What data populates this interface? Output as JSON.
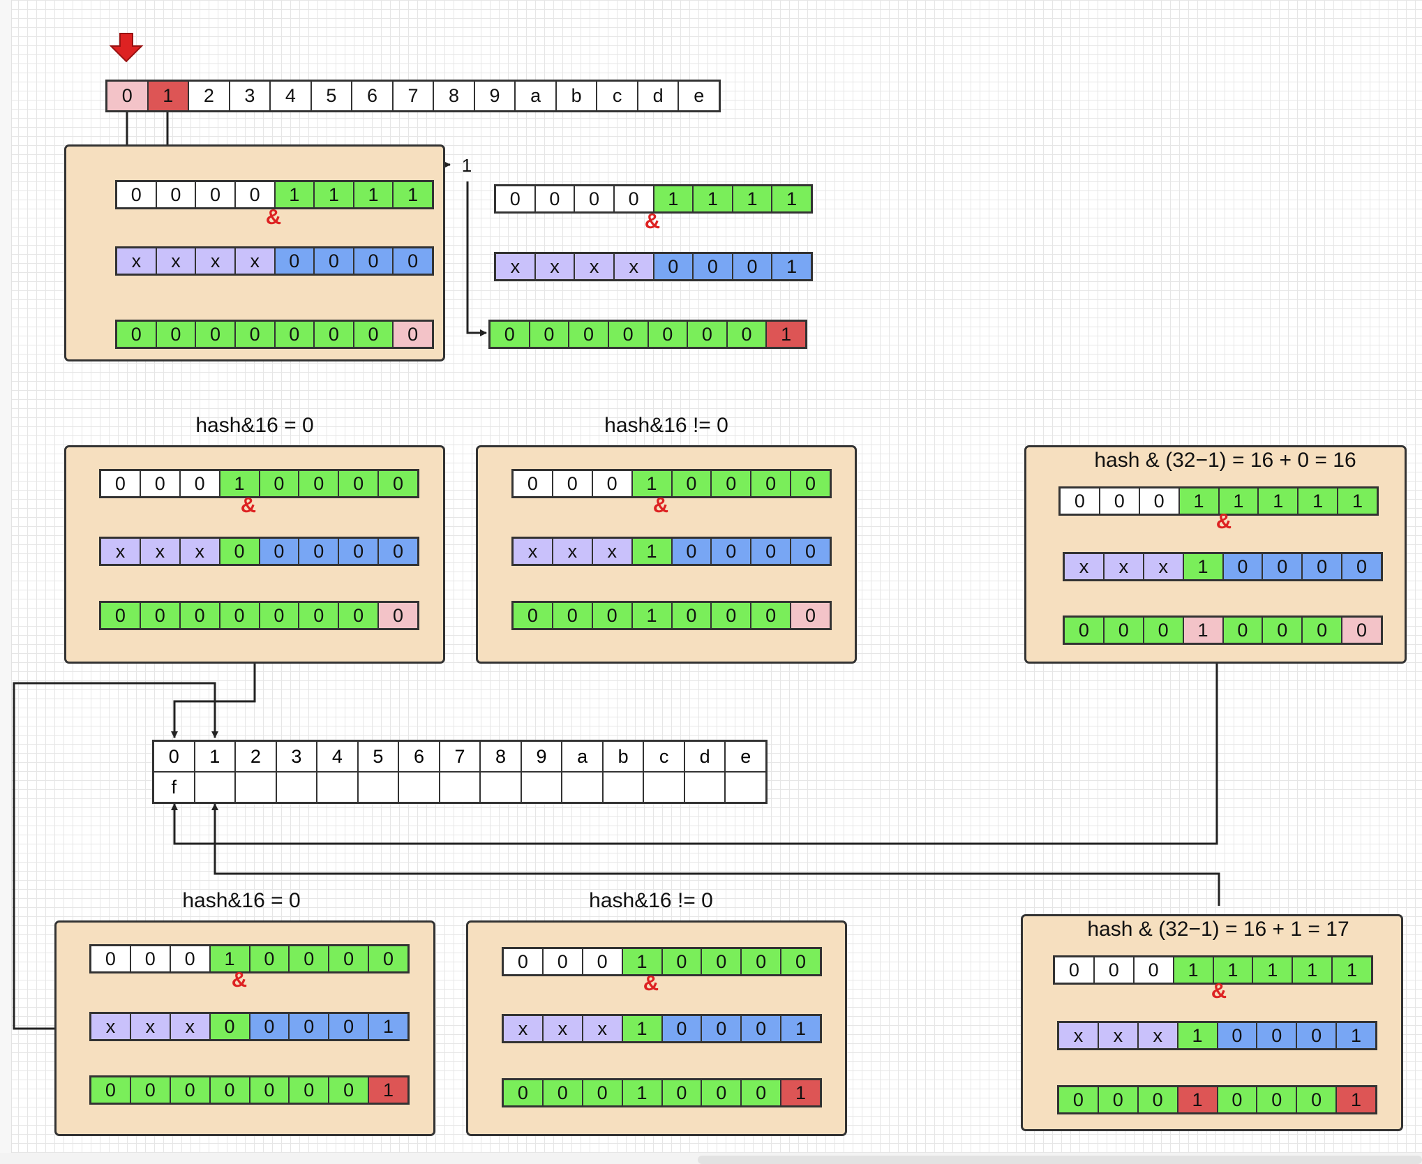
{
  "colors": {
    "white": "#ffffff",
    "green": "#7aee5a",
    "purple": "#c9c1fb",
    "blue": "#78a6f4",
    "red": "#dd5555",
    "pink": "#f3c3c8",
    "panel": "#f6dfbf",
    "amp": "#dd2222",
    "arrow_marker": "#dd2222"
  },
  "top_table": {
    "cells": [
      {
        "t": "0",
        "c": "k"
      },
      {
        "t": "1",
        "c": "r"
      },
      {
        "t": "2",
        "c": "w"
      },
      {
        "t": "3",
        "c": "w"
      },
      {
        "t": "4",
        "c": "w"
      },
      {
        "t": "5",
        "c": "w"
      },
      {
        "t": "6",
        "c": "w"
      },
      {
        "t": "7",
        "c": "w"
      },
      {
        "t": "8",
        "c": "w"
      },
      {
        "t": "9",
        "c": "w"
      },
      {
        "t": "a",
        "c": "w"
      },
      {
        "t": "b",
        "c": "w"
      },
      {
        "t": "c",
        "c": "w"
      },
      {
        "t": "d",
        "c": "w"
      },
      {
        "t": "e",
        "c": "w"
      }
    ]
  },
  "marker_icon": "down-arrow-icon",
  "loose_label": "1",
  "blocks": [
    {
      "id": "old-index-0",
      "title": "",
      "rows": [
        [
          {
            "t": "0",
            "c": "w"
          },
          {
            "t": "0",
            "c": "w"
          },
          {
            "t": "0",
            "c": "w"
          },
          {
            "t": "0",
            "c": "w"
          },
          {
            "t": "1",
            "c": "g"
          },
          {
            "t": "1",
            "c": "g"
          },
          {
            "t": "1",
            "c": "g"
          },
          {
            "t": "1",
            "c": "g"
          }
        ],
        [
          {
            "t": "x",
            "c": "p"
          },
          {
            "t": "x",
            "c": "p"
          },
          {
            "t": "x",
            "c": "p"
          },
          {
            "t": "x",
            "c": "p"
          },
          {
            "t": "0",
            "c": "b"
          },
          {
            "t": "0",
            "c": "b"
          },
          {
            "t": "0",
            "c": "b"
          },
          {
            "t": "0",
            "c": "b"
          }
        ],
        [
          {
            "t": "0",
            "c": "g"
          },
          {
            "t": "0",
            "c": "g"
          },
          {
            "t": "0",
            "c": "g"
          },
          {
            "t": "0",
            "c": "g"
          },
          {
            "t": "0",
            "c": "g"
          },
          {
            "t": "0",
            "c": "g"
          },
          {
            "t": "0",
            "c": "g"
          },
          {
            "t": "0",
            "c": "k"
          }
        ]
      ],
      "amp": "&"
    },
    {
      "id": "old-index-1",
      "title": "",
      "rows": [
        [
          {
            "t": "0",
            "c": "w"
          },
          {
            "t": "0",
            "c": "w"
          },
          {
            "t": "0",
            "c": "w"
          },
          {
            "t": "0",
            "c": "w"
          },
          {
            "t": "1",
            "c": "g"
          },
          {
            "t": "1",
            "c": "g"
          },
          {
            "t": "1",
            "c": "g"
          },
          {
            "t": "1",
            "c": "g"
          }
        ],
        [
          {
            "t": "x",
            "c": "p"
          },
          {
            "t": "x",
            "c": "p"
          },
          {
            "t": "x",
            "c": "p"
          },
          {
            "t": "x",
            "c": "p"
          },
          {
            "t": "0",
            "c": "b"
          },
          {
            "t": "0",
            "c": "b"
          },
          {
            "t": "0",
            "c": "b"
          },
          {
            "t": "1",
            "c": "b"
          }
        ],
        [
          {
            "t": "0",
            "c": "g"
          },
          {
            "t": "0",
            "c": "g"
          },
          {
            "t": "0",
            "c": "g"
          },
          {
            "t": "0",
            "c": "g"
          },
          {
            "t": "0",
            "c": "g"
          },
          {
            "t": "0",
            "c": "g"
          },
          {
            "t": "0",
            "c": "g"
          },
          {
            "t": "1",
            "c": "r"
          }
        ]
      ],
      "amp": "&"
    },
    {
      "id": "split-a-eq",
      "title": "hash&16 = 0",
      "rows": [
        [
          {
            "t": "0",
            "c": "w"
          },
          {
            "t": "0",
            "c": "w"
          },
          {
            "t": "0",
            "c": "w"
          },
          {
            "t": "1",
            "c": "g"
          },
          {
            "t": "0",
            "c": "g"
          },
          {
            "t": "0",
            "c": "g"
          },
          {
            "t": "0",
            "c": "g"
          },
          {
            "t": "0",
            "c": "g"
          }
        ],
        [
          {
            "t": "x",
            "c": "p"
          },
          {
            "t": "x",
            "c": "p"
          },
          {
            "t": "x",
            "c": "p"
          },
          {
            "t": "0",
            "c": "g"
          },
          {
            "t": "0",
            "c": "b"
          },
          {
            "t": "0",
            "c": "b"
          },
          {
            "t": "0",
            "c": "b"
          },
          {
            "t": "0",
            "c": "b"
          }
        ],
        [
          {
            "t": "0",
            "c": "g"
          },
          {
            "t": "0",
            "c": "g"
          },
          {
            "t": "0",
            "c": "g"
          },
          {
            "t": "0",
            "c": "g"
          },
          {
            "t": "0",
            "c": "g"
          },
          {
            "t": "0",
            "c": "g"
          },
          {
            "t": "0",
            "c": "g"
          },
          {
            "t": "0",
            "c": "k"
          }
        ]
      ],
      "amp": "&"
    },
    {
      "id": "split-a-ne",
      "title": "hash&16 != 0",
      "rows": [
        [
          {
            "t": "0",
            "c": "w"
          },
          {
            "t": "0",
            "c": "w"
          },
          {
            "t": "0",
            "c": "w"
          },
          {
            "t": "1",
            "c": "g"
          },
          {
            "t": "0",
            "c": "g"
          },
          {
            "t": "0",
            "c": "g"
          },
          {
            "t": "0",
            "c": "g"
          },
          {
            "t": "0",
            "c": "g"
          }
        ],
        [
          {
            "t": "x",
            "c": "p"
          },
          {
            "t": "x",
            "c": "p"
          },
          {
            "t": "x",
            "c": "p"
          },
          {
            "t": "1",
            "c": "g"
          },
          {
            "t": "0",
            "c": "b"
          },
          {
            "t": "0",
            "c": "b"
          },
          {
            "t": "0",
            "c": "b"
          },
          {
            "t": "0",
            "c": "b"
          }
        ],
        [
          {
            "t": "0",
            "c": "g"
          },
          {
            "t": "0",
            "c": "g"
          },
          {
            "t": "0",
            "c": "g"
          },
          {
            "t": "1",
            "c": "g"
          },
          {
            "t": "0",
            "c": "g"
          },
          {
            "t": "0",
            "c": "g"
          },
          {
            "t": "0",
            "c": "g"
          },
          {
            "t": "0",
            "c": "k"
          }
        ]
      ],
      "amp": "&"
    },
    {
      "id": "mask-32-a",
      "title": "hash & (32−1) = 16 + 0  = 16",
      "rows": [
        [
          {
            "t": "0",
            "c": "w"
          },
          {
            "t": "0",
            "c": "w"
          },
          {
            "t": "0",
            "c": "w"
          },
          {
            "t": "1",
            "c": "g"
          },
          {
            "t": "1",
            "c": "g"
          },
          {
            "t": "1",
            "c": "g"
          },
          {
            "t": "1",
            "c": "g"
          },
          {
            "t": "1",
            "c": "g"
          }
        ],
        [
          {
            "t": "x",
            "c": "p"
          },
          {
            "t": "x",
            "c": "p"
          },
          {
            "t": "x",
            "c": "p"
          },
          {
            "t": "1",
            "c": "g"
          },
          {
            "t": "0",
            "c": "b"
          },
          {
            "t": "0",
            "c": "b"
          },
          {
            "t": "0",
            "c": "b"
          },
          {
            "t": "0",
            "c": "b"
          }
        ],
        [
          {
            "t": "0",
            "c": "g"
          },
          {
            "t": "0",
            "c": "g"
          },
          {
            "t": "0",
            "c": "g"
          },
          {
            "t": "1",
            "c": "k"
          },
          {
            "t": "0",
            "c": "g"
          },
          {
            "t": "0",
            "c": "g"
          },
          {
            "t": "0",
            "c": "g"
          },
          {
            "t": "0",
            "c": "k"
          }
        ]
      ],
      "amp": "&"
    },
    {
      "id": "split-b-eq",
      "title": "hash&16 = 0",
      "rows": [
        [
          {
            "t": "0",
            "c": "w"
          },
          {
            "t": "0",
            "c": "w"
          },
          {
            "t": "0",
            "c": "w"
          },
          {
            "t": "1",
            "c": "g"
          },
          {
            "t": "0",
            "c": "g"
          },
          {
            "t": "0",
            "c": "g"
          },
          {
            "t": "0",
            "c": "g"
          },
          {
            "t": "0",
            "c": "g"
          }
        ],
        [
          {
            "t": "x",
            "c": "p"
          },
          {
            "t": "x",
            "c": "p"
          },
          {
            "t": "x",
            "c": "p"
          },
          {
            "t": "0",
            "c": "g"
          },
          {
            "t": "0",
            "c": "b"
          },
          {
            "t": "0",
            "c": "b"
          },
          {
            "t": "0",
            "c": "b"
          },
          {
            "t": "1",
            "c": "b"
          }
        ],
        [
          {
            "t": "0",
            "c": "g"
          },
          {
            "t": "0",
            "c": "g"
          },
          {
            "t": "0",
            "c": "g"
          },
          {
            "t": "0",
            "c": "g"
          },
          {
            "t": "0",
            "c": "g"
          },
          {
            "t": "0",
            "c": "g"
          },
          {
            "t": "0",
            "c": "g"
          },
          {
            "t": "1",
            "c": "r"
          }
        ]
      ],
      "amp": "&"
    },
    {
      "id": "split-b-ne",
      "title": "hash&16 != 0",
      "rows": [
        [
          {
            "t": "0",
            "c": "w"
          },
          {
            "t": "0",
            "c": "w"
          },
          {
            "t": "0",
            "c": "w"
          },
          {
            "t": "1",
            "c": "g"
          },
          {
            "t": "0",
            "c": "g"
          },
          {
            "t": "0",
            "c": "g"
          },
          {
            "t": "0",
            "c": "g"
          },
          {
            "t": "0",
            "c": "g"
          }
        ],
        [
          {
            "t": "x",
            "c": "p"
          },
          {
            "t": "x",
            "c": "p"
          },
          {
            "t": "x",
            "c": "p"
          },
          {
            "t": "1",
            "c": "g"
          },
          {
            "t": "0",
            "c": "b"
          },
          {
            "t": "0",
            "c": "b"
          },
          {
            "t": "0",
            "c": "b"
          },
          {
            "t": "1",
            "c": "b"
          }
        ],
        [
          {
            "t": "0",
            "c": "g"
          },
          {
            "t": "0",
            "c": "g"
          },
          {
            "t": "0",
            "c": "g"
          },
          {
            "t": "1",
            "c": "g"
          },
          {
            "t": "0",
            "c": "g"
          },
          {
            "t": "0",
            "c": "g"
          },
          {
            "t": "0",
            "c": "g"
          },
          {
            "t": "1",
            "c": "r"
          }
        ]
      ],
      "amp": "&"
    },
    {
      "id": "mask-32-b",
      "title": "hash & (32−1) = 16 + 1  = 17",
      "rows": [
        [
          {
            "t": "0",
            "c": "w"
          },
          {
            "t": "0",
            "c": "w"
          },
          {
            "t": "0",
            "c": "w"
          },
          {
            "t": "1",
            "c": "g"
          },
          {
            "t": "1",
            "c": "g"
          },
          {
            "t": "1",
            "c": "g"
          },
          {
            "t": "1",
            "c": "g"
          },
          {
            "t": "1",
            "c": "g"
          }
        ],
        [
          {
            "t": "x",
            "c": "p"
          },
          {
            "t": "x",
            "c": "p"
          },
          {
            "t": "x",
            "c": "p"
          },
          {
            "t": "1",
            "c": "g"
          },
          {
            "t": "0",
            "c": "b"
          },
          {
            "t": "0",
            "c": "b"
          },
          {
            "t": "0",
            "c": "b"
          },
          {
            "t": "1",
            "c": "b"
          }
        ],
        [
          {
            "t": "0",
            "c": "g"
          },
          {
            "t": "0",
            "c": "g"
          },
          {
            "t": "0",
            "c": "g"
          },
          {
            "t": "1",
            "c": "r"
          },
          {
            "t": "0",
            "c": "g"
          },
          {
            "t": "0",
            "c": "g"
          },
          {
            "t": "0",
            "c": "g"
          },
          {
            "t": "1",
            "c": "r"
          }
        ]
      ],
      "amp": "&"
    }
  ],
  "new_table": {
    "row1": [
      {
        "t": "0",
        "c": "k"
      },
      {
        "t": "1",
        "c": "w"
      },
      {
        "t": "2",
        "c": "w"
      },
      {
        "t": "3",
        "c": "w"
      },
      {
        "t": "4",
        "c": "w"
      },
      {
        "t": "5",
        "c": "w"
      },
      {
        "t": "6",
        "c": "w"
      },
      {
        "t": "7",
        "c": "w"
      },
      {
        "t": "8",
        "c": "w"
      },
      {
        "t": "9",
        "c": "w"
      },
      {
        "t": "a",
        "c": "w"
      },
      {
        "t": "b",
        "c": "w"
      },
      {
        "t": "c",
        "c": "w"
      },
      {
        "t": "d",
        "c": "w"
      },
      {
        "t": "e",
        "c": "w"
      }
    ],
    "row2": [
      {
        "t": "f",
        "c": "w"
      },
      {
        "t": "",
        "c": "w"
      },
      {
        "t": "",
        "c": "w"
      },
      {
        "t": "",
        "c": "w"
      },
      {
        "t": "",
        "c": "w"
      },
      {
        "t": "",
        "c": "w"
      },
      {
        "t": "",
        "c": "w"
      },
      {
        "t": "",
        "c": "w"
      },
      {
        "t": "",
        "c": "w"
      },
      {
        "t": "",
        "c": "w"
      },
      {
        "t": "",
        "c": "w"
      },
      {
        "t": "",
        "c": "w"
      },
      {
        "t": "",
        "c": "w"
      },
      {
        "t": "",
        "c": "w"
      },
      {
        "t": "",
        "c": "w"
      }
    ]
  }
}
